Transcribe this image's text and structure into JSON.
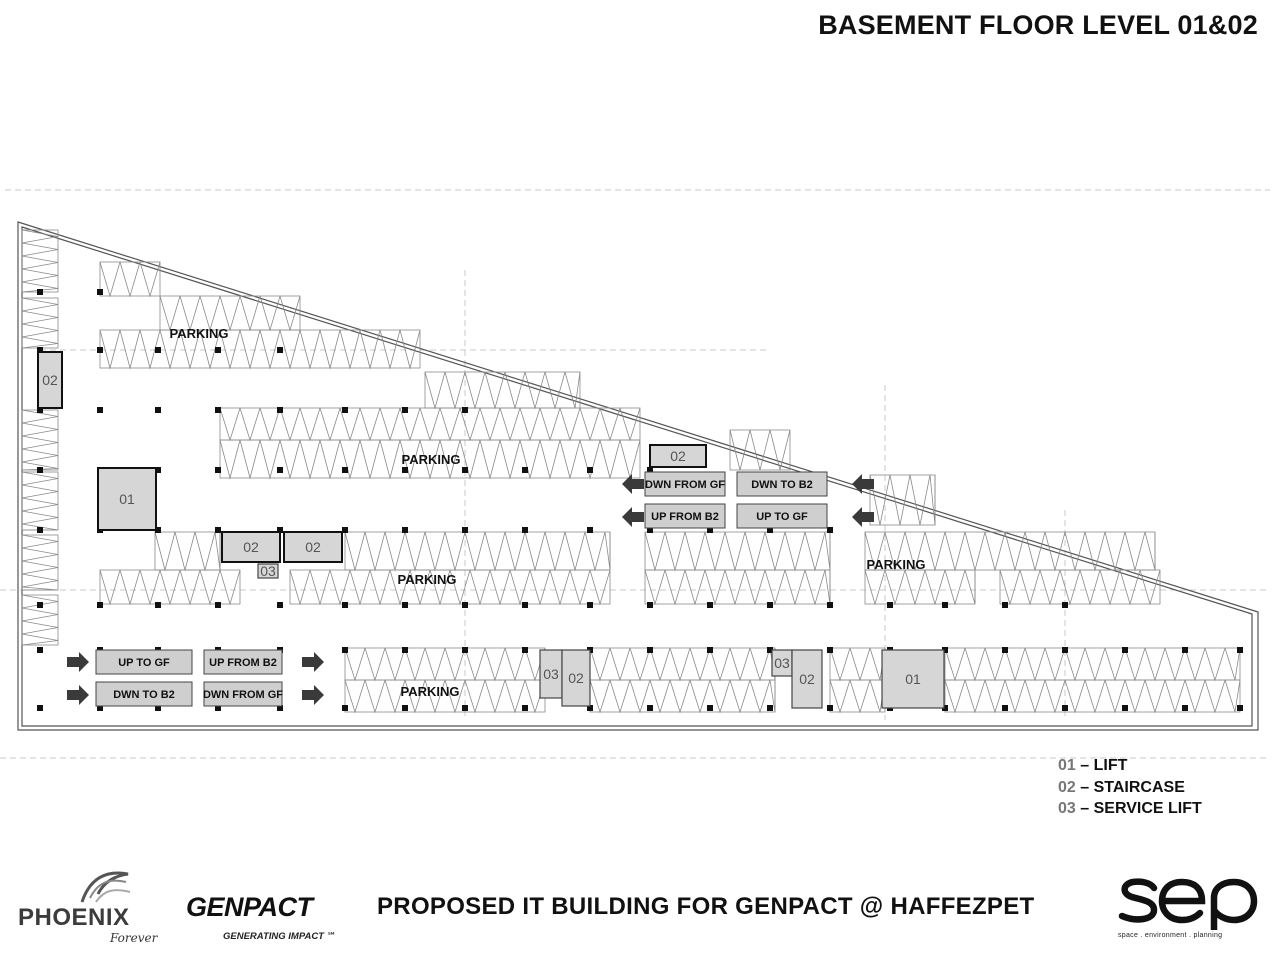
{
  "title": "BASEMENT FLOOR LEVEL 01&02",
  "plan": {
    "parking_label": "PARKING",
    "lift_code": "01",
    "staircase_code": "02",
    "service_lift_code": "03",
    "ramps": {
      "right": {
        "top_left": "DWN FROM GF",
        "top_right": "DWN TO B2",
        "bottom_left": "UP FROM B2",
        "bottom_right": "UP TO GF"
      },
      "left": {
        "top_left": "UP TO GF",
        "top_right": "UP FROM B2",
        "bottom_left": "DWN TO B2",
        "bottom_right": "DWN FROM GF"
      }
    }
  },
  "legend": [
    {
      "code": "01",
      "label": "LIFT"
    },
    {
      "code": "02",
      "label": "STAIRCASE"
    },
    {
      "code": "03",
      "label": "SERVICE LIFT"
    }
  ],
  "legend_separator": "–",
  "footer": {
    "project_title": "PROPOSED IT BUILDING FOR GENPACT @ HAFFEZPET"
  },
  "logos": {
    "phoenix": {
      "name": "PHOENIX",
      "tagline": "Forever"
    },
    "genpact": {
      "name": "GENPACT",
      "tagline": "GENERATING IMPACT ℠"
    },
    "sep": {
      "name": "sep",
      "tagline": "space . environment . planning"
    }
  }
}
